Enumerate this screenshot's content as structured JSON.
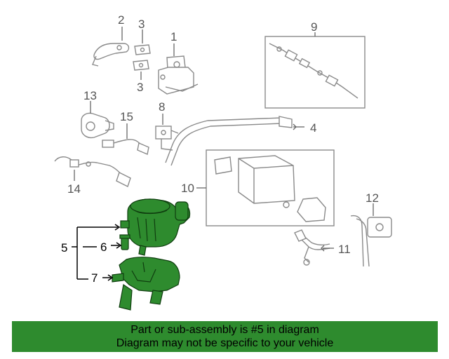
{
  "callouts": {
    "c1": "1",
    "c2": "2",
    "c3a": "3",
    "c3b": "3",
    "c4": "4",
    "c5": "5",
    "c6": "6",
    "c7": "7",
    "c8": "8",
    "c9": "9",
    "c10": "10",
    "c11": "11",
    "c12": "12",
    "c13": "13",
    "c14": "14",
    "c15": "15"
  },
  "banner": {
    "line1": "Part or sub-assembly is #5 in diagram",
    "line2": "Diagram may not be specific to your vehicle"
  },
  "colors": {
    "highlight": "#2e8b2e",
    "banner_background": "#2e8b2e",
    "part_stroke": "#8a8a8a"
  }
}
